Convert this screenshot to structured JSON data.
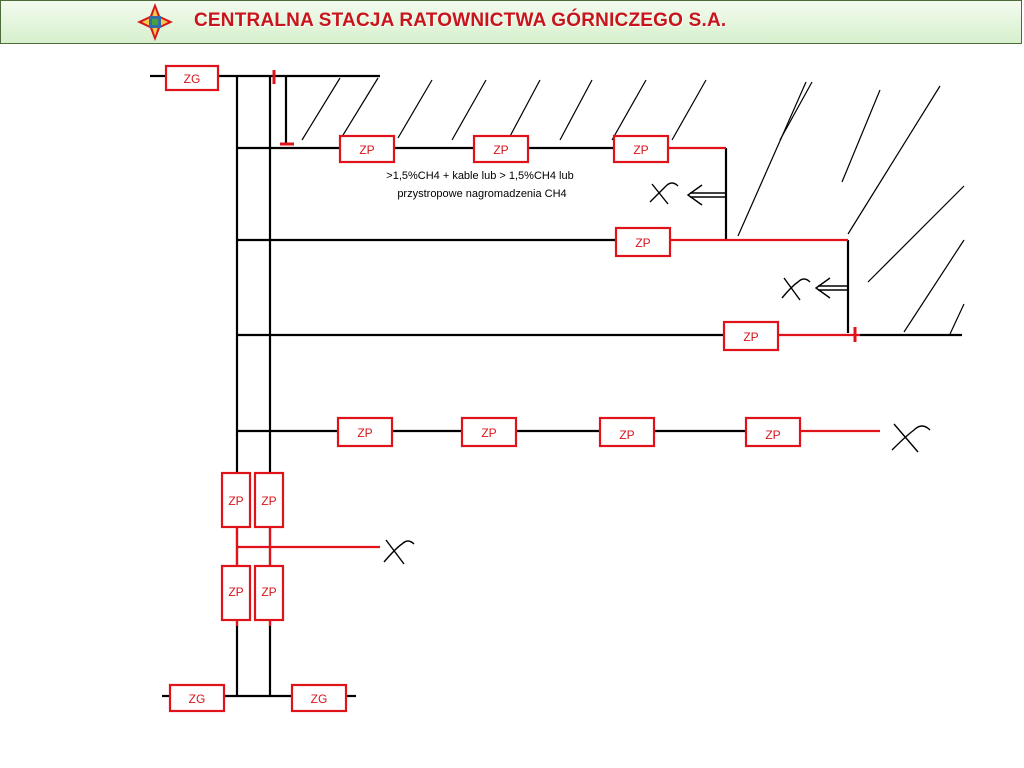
{
  "header": {
    "title": "CENTRALNA STACJA RATOWNICTWA GÓRNICZEGO S.A."
  },
  "diagram": {
    "note_line1": ">1,5%CH4 + kable lub > 1,5%CH4 lub",
    "note_line2": "przystropowe nagromadzenia CH4",
    "zg_label": "ZG",
    "zp_label": "ZP"
  },
  "colors": {
    "barrier": "#e0131b",
    "line": "#000000",
    "title": "#c8151b",
    "header_border": "#4d6b3a"
  },
  "icons": {
    "logo": "mine-rescue-cross-logo",
    "airflow": "arrow-left-icon",
    "cross": "crossed-lines-icon"
  }
}
